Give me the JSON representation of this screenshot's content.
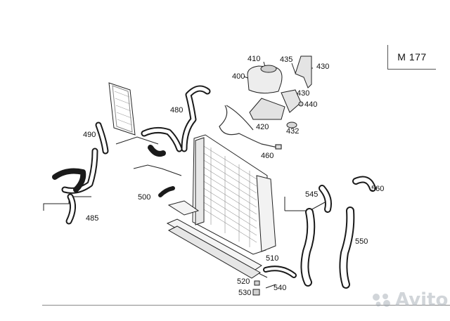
{
  "model": "M 177",
  "watermark": "Avito",
  "callouts": [
    "410",
    "435",
    "430",
    "400",
    "430",
    "440",
    "420",
    "432",
    "480",
    "460",
    "490",
    "545",
    "560",
    "500",
    "485",
    "550",
    "510",
    "520",
    "540",
    "530"
  ]
}
